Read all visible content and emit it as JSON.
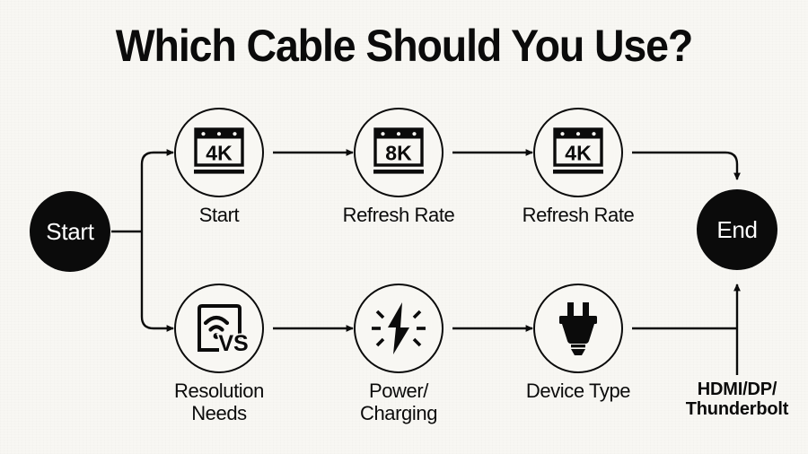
{
  "title": "Which Cable Should You Use?",
  "colors": {
    "background": "#f8f7f3",
    "ink": "#0b0b0b",
    "node_fill": "#ffffff",
    "terminal_fill": "#0b0b0b",
    "terminal_text": "#ffffff"
  },
  "terminals": {
    "start": {
      "label": "Start"
    },
    "end": {
      "label": "End"
    }
  },
  "nodes": [
    {
      "id": "n1",
      "icon": "monitor-4k-icon",
      "icon_text": "4K",
      "caption": "Start",
      "row": "top"
    },
    {
      "id": "n2",
      "icon": "monitor-8k-icon",
      "icon_text": "8K",
      "caption": "Refresh Rate",
      "row": "top"
    },
    {
      "id": "n3",
      "icon": "monitor-4k-icon",
      "icon_text": "4K",
      "caption": "Refresh Rate",
      "row": "top"
    },
    {
      "id": "n4",
      "icon": "screen-wifi-vs-icon",
      "icon_text": "VS",
      "caption": "Resolution\nNeeds",
      "row": "bottom"
    },
    {
      "id": "n5",
      "icon": "lightning-bolt-icon",
      "icon_text": "",
      "caption": "Power/\nCharging",
      "row": "bottom"
    },
    {
      "id": "n6",
      "icon": "power-plug-icon",
      "icon_text": "",
      "caption": "Device Type",
      "row": "bottom"
    }
  ],
  "annotations": {
    "output_label": "HDMI/DP/\nThunderbolt"
  }
}
